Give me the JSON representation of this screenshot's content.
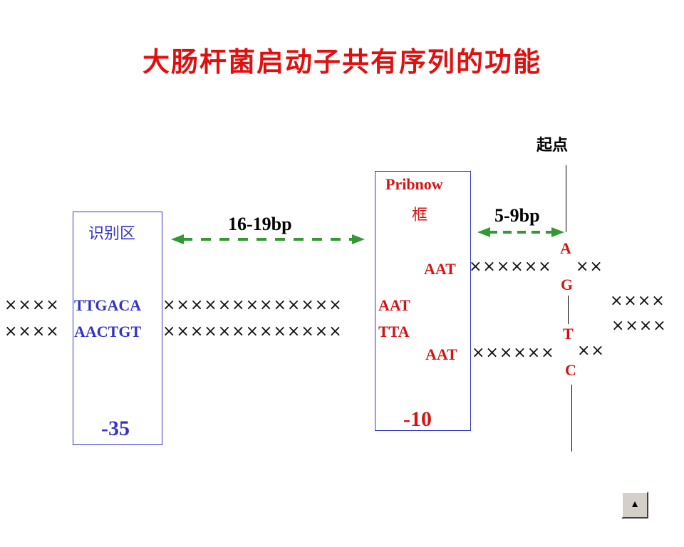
{
  "title": "大肠杆菌启动子共有序列的功能",
  "recognition_box": {
    "label": "识别区",
    "top_seq": "TTGACA",
    "bottom_seq": "AACTGT",
    "position": "-35"
  },
  "pribnow_box": {
    "label_line1": "Pribnow",
    "label_line2": "框",
    "top_seq": "AAT",
    "bottom_seq": "TTA",
    "position": "-10"
  },
  "spacers": {
    "between_boxes": "16-19bp",
    "to_start": "5-9bp"
  },
  "start_site": {
    "label": "起点",
    "bases": [
      "A",
      "G",
      "T",
      "C"
    ]
  },
  "open_region": {
    "top_seq": "AAT",
    "bottom_seq": "AAT"
  },
  "x_runs": {
    "left_top": "××××",
    "left_bottom": "××××",
    "middle_top": "×××××××××××××",
    "middle_bottom": "×××××××××××××",
    "bubble_top": "××××××",
    "bubble_bottom": "××××××",
    "after_top": "××",
    "after_bottom": "××",
    "right_top": "××××",
    "right_bottom": "××××"
  },
  "colors": {
    "title": "#e01010",
    "recognition": "#3333cc",
    "pribnow": "#d41414",
    "arrow": "#339933"
  },
  "nav": {
    "up_icon": "▲"
  }
}
